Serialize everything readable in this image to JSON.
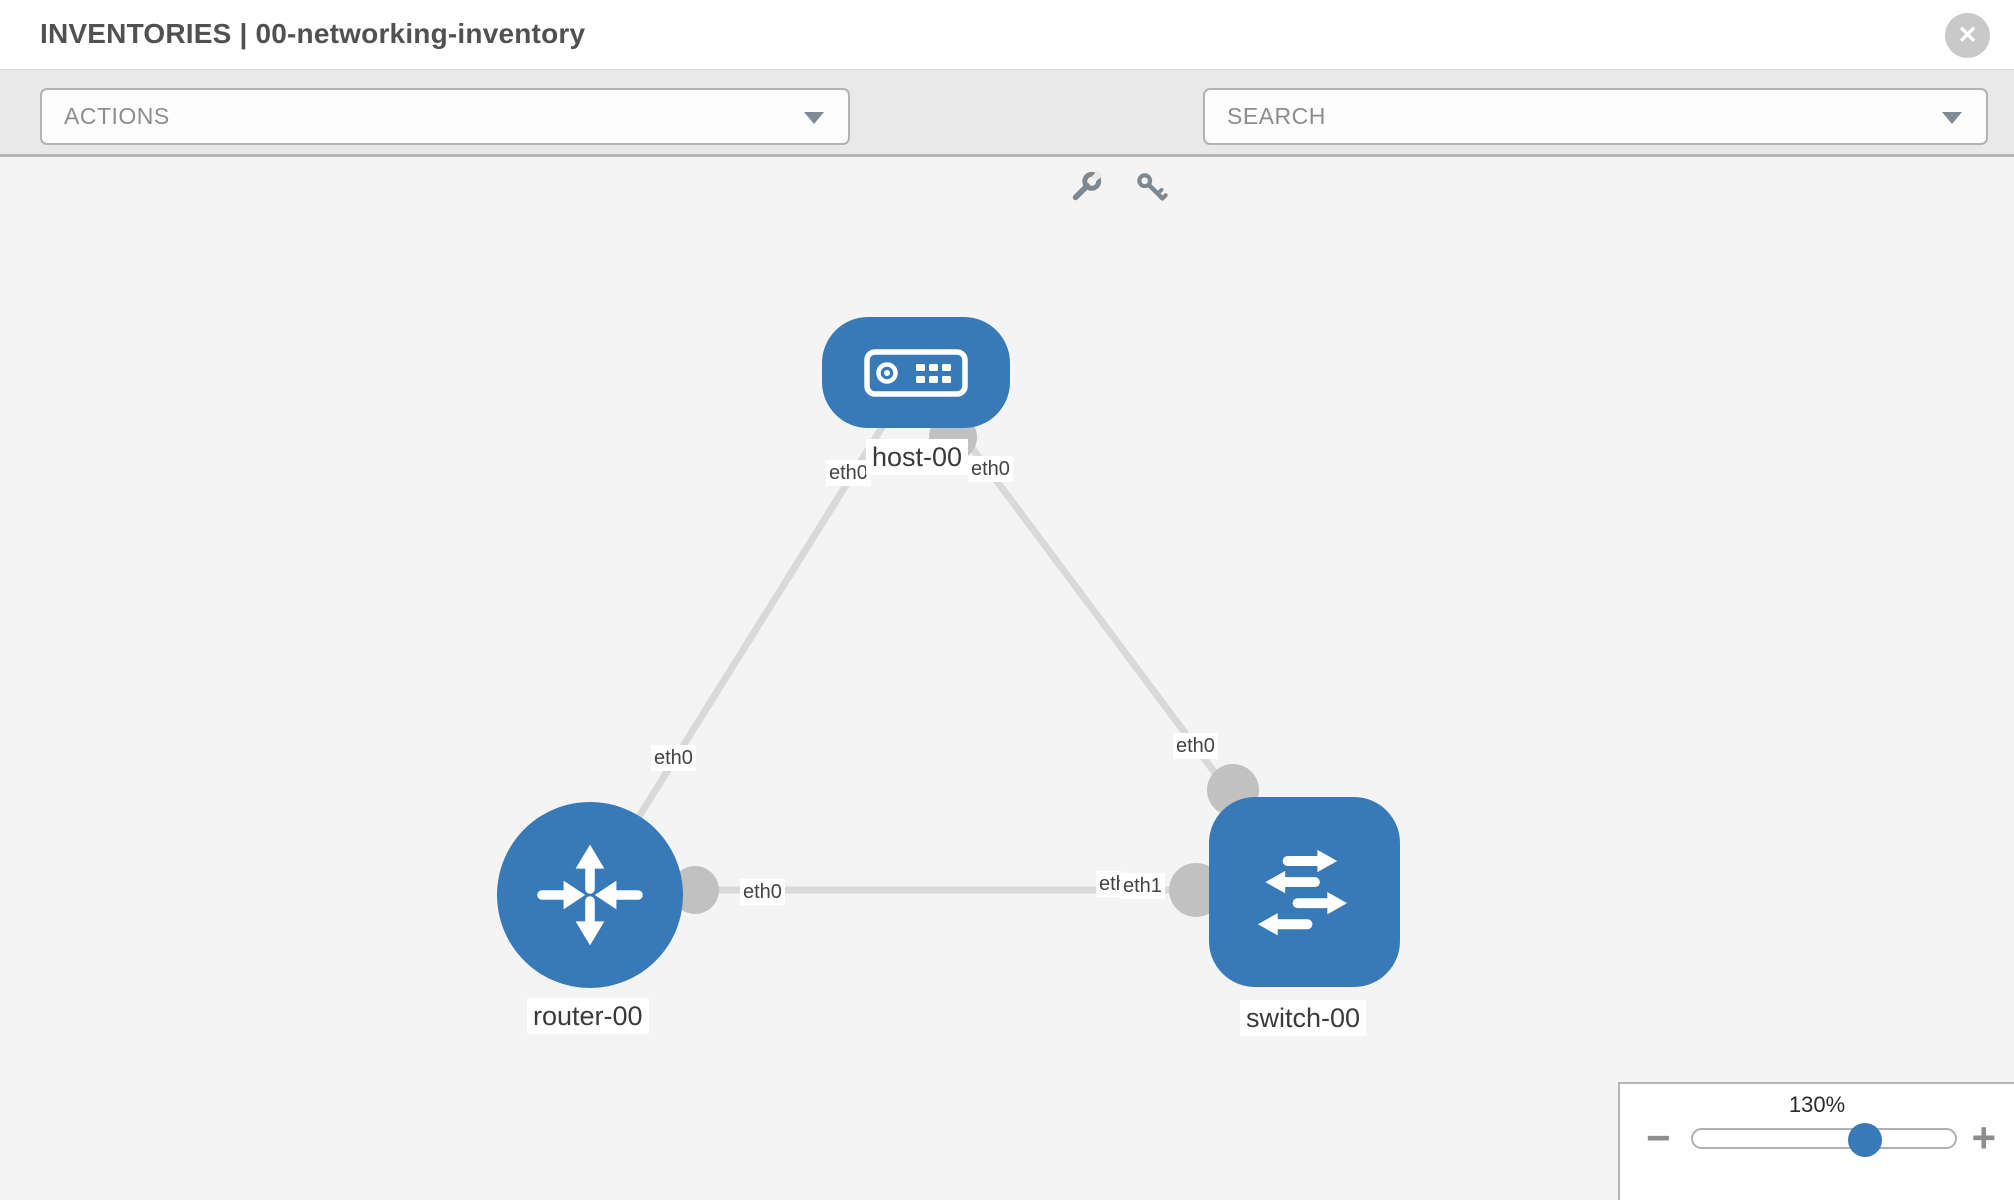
{
  "header": {
    "title": "INVENTORIES | 00-networking-inventory"
  },
  "icons": {
    "close": "✕"
  },
  "toolbar": {
    "actions": {
      "label": "ACTIONS"
    },
    "search": {
      "placeholder": "SEARCH"
    }
  },
  "topology": {
    "nodes": [
      {
        "label": "host-00",
        "type": "host"
      },
      {
        "label": "router-00",
        "type": "router"
      },
      {
        "label": "switch-00",
        "type": "switch"
      }
    ],
    "links": [
      {
        "from": "host-00",
        "from_interface": "eth0",
        "to": "router-00",
        "to_interface": "eth0"
      },
      {
        "from": "host-00",
        "from_interface": "eth0",
        "to": "switch-00",
        "to_interface": "eth0"
      },
      {
        "from": "router-00",
        "from_interface": "eth0",
        "to": "switch-00",
        "to_interface": "eth1"
      }
    ],
    "interface_labels": [
      "eth0",
      "eth0",
      "eth0",
      "eth0",
      "eth0",
      "eth0",
      "eth1"
    ]
  },
  "zoom_control": {
    "level": "130%",
    "minus_label": "−",
    "plus_label": "+"
  },
  "colors": {
    "node_blue": "#377ab7",
    "link_gray": "#d9d9d9",
    "port_gray": "#c1c1c1"
  }
}
